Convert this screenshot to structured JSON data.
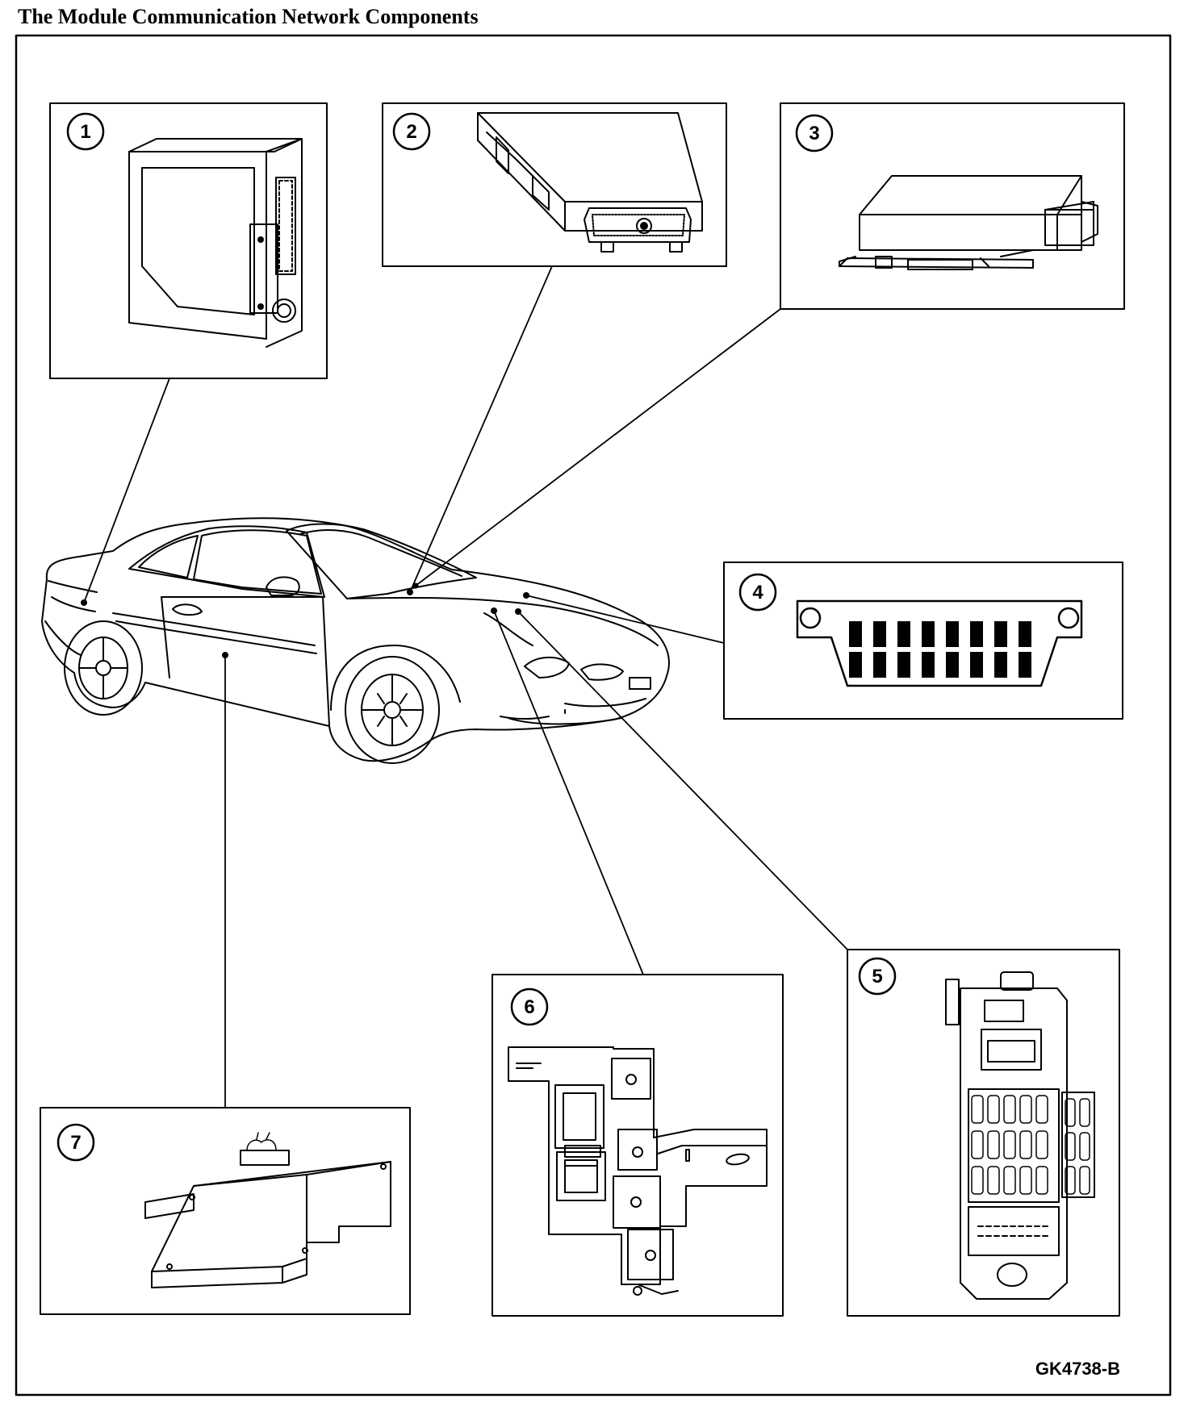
{
  "title": "The Module Communication Network Components",
  "figure_code": "GK4738-B",
  "callouts": [
    "1",
    "2",
    "3",
    "4",
    "5",
    "6",
    "7"
  ]
}
